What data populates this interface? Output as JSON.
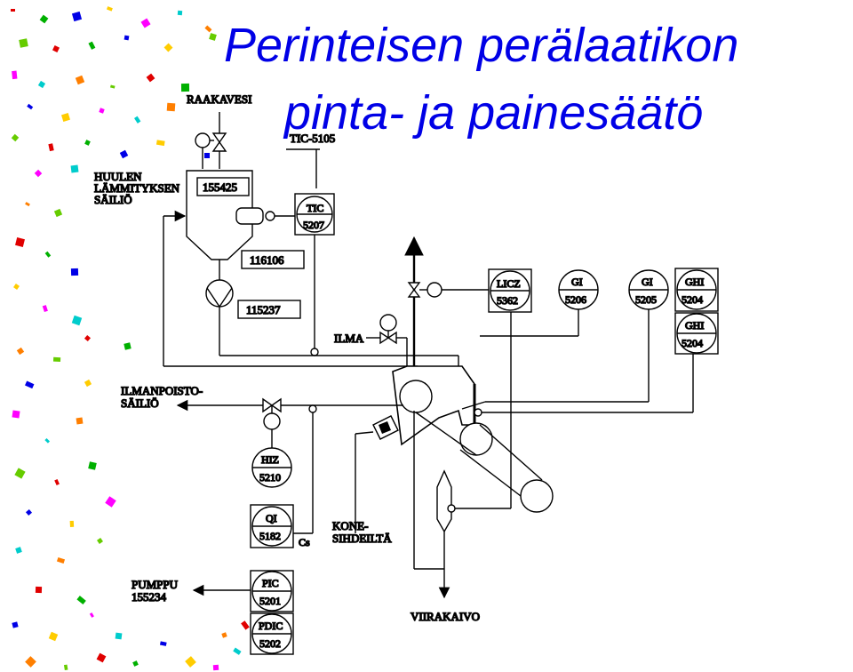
{
  "title": {
    "line1": "Perinteisen perälaatikon",
    "line2": "pinta- ja painesäätö"
  },
  "labels": {
    "raakavesi": "RAAKAVESI",
    "tic_5105": "TIC-5105",
    "tank_l1": "HUULEN",
    "tank_l2": "LÄMMITYKSEN",
    "tank_l3": "SÄILIÖ",
    "box_155425": "155425",
    "box_116106": "116106",
    "box_115237": "115237",
    "ilma": "ILMA",
    "ilmanpoisto_l1": "ILMANPOISTO-",
    "ilmanpoisto_l2": "SÄILIÖ",
    "cs": "Cs",
    "kone_l1": "KONE-",
    "kone_l2": "SIHDEILTÄ",
    "pumppu_l1": "PUMPPU",
    "pumppu_l2": "155234",
    "viirakaivo": "VIIRAKAIVO"
  },
  "instruments": {
    "tic": {
      "tag": "TIC",
      "num": "5207"
    },
    "licz": {
      "tag": "LICZ",
      "num": "5362"
    },
    "gi1": {
      "tag": "GI",
      "num": "5206"
    },
    "gi2": {
      "tag": "GI",
      "num": "5205"
    },
    "ghi1": {
      "tag": "GHI",
      "num": "5204"
    },
    "ghi2": {
      "tag": "GHI",
      "num": "5204"
    },
    "hiz": {
      "tag": "HIZ",
      "num": "5210"
    },
    "qi": {
      "tag": "QI",
      "num": "5182"
    },
    "pic": {
      "tag": "PIC",
      "num": "5201"
    },
    "pdic": {
      "tag": "PDIC",
      "num": "5202"
    }
  },
  "colors": {
    "title": "#0000e6",
    "line": "#000000"
  }
}
